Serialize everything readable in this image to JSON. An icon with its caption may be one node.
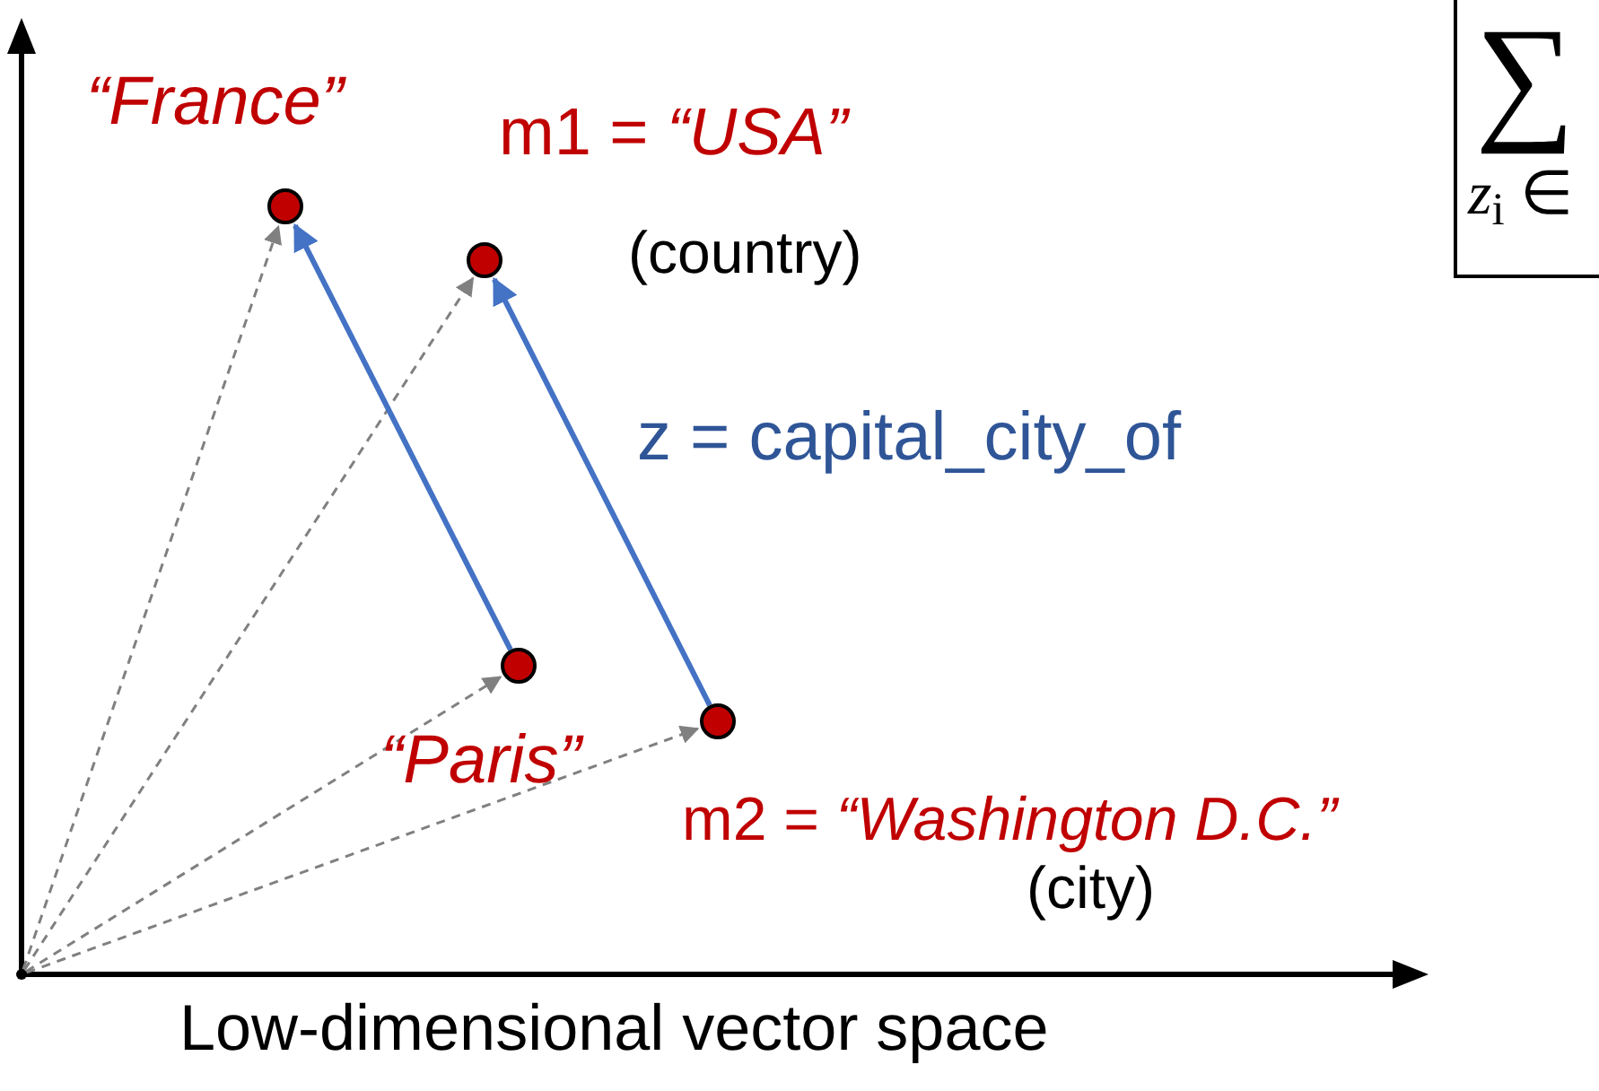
{
  "diagram": {
    "nodes": [
      {
        "text": [],
        "shape": "circle",
        "beside": [
          "“France”"
        ]
      },
      {
        "text": [],
        "shape": "circle",
        "beside": [
          "m1 = *“USA”*",
          "(country)"
        ]
      },
      {
        "text": [],
        "shape": "circle",
        "beside": [
          "“Paris”"
        ]
      },
      {
        "text": [],
        "shape": "circle",
        "beside": [
          "m2 = *“Washington D.C.”*",
          "(city)"
        ]
      },
      {
        "text": [
          "∑",
          "*z*$_{i}$ ∈"
        ]
      },
      {
        "text": [],
        "shape": "point"
      }
    ],
    "edges": [
      {
        "from": 5,
        "to": 0,
        "arrow": "to",
        "style": "dashed"
      },
      {
        "from": 5,
        "to": 1,
        "arrow": "to",
        "style": "dashed"
      },
      {
        "from": 5,
        "to": 2,
        "arrow": "to",
        "style": "dashed"
      },
      {
        "from": 5,
        "to": 3,
        "arrow": "to",
        "style": "dashed"
      },
      {
        "from": 2,
        "to": 0,
        "arrow": "to",
        "style": "thick",
        "color": "#4472c4"
      },
      {
        "from": 3,
        "to": 1,
        "arrow": "to",
        "style": "thick",
        "color": "#4472c4"
      }
    ],
    "labels": [
      "z = capital_city_of",
      "Low-dimensional vector space"
    ]
  }
}
